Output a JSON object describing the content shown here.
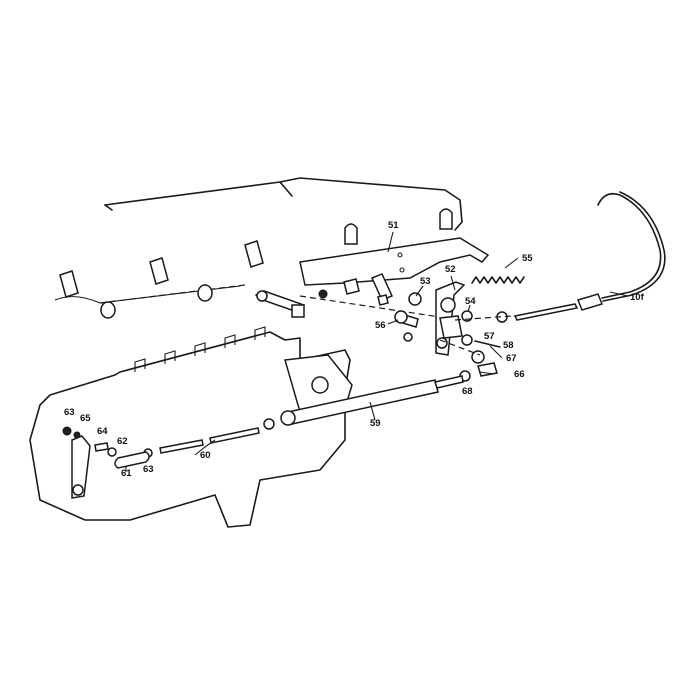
{
  "diagram": {
    "type": "exploded-parts-view",
    "callouts": [
      {
        "id": "c51",
        "text": "51"
      },
      {
        "id": "c52",
        "text": "52"
      },
      {
        "id": "c53",
        "text": "53"
      },
      {
        "id": "c54",
        "text": "54"
      },
      {
        "id": "c55",
        "text": "55"
      },
      {
        "id": "c56",
        "text": "56"
      },
      {
        "id": "c57",
        "text": "57"
      },
      {
        "id": "c58",
        "text": "58"
      },
      {
        "id": "c59",
        "text": "59"
      },
      {
        "id": "c60",
        "text": "60"
      },
      {
        "id": "c61",
        "text": "61"
      },
      {
        "id": "c62",
        "text": "62"
      },
      {
        "id": "c63a",
        "text": "63"
      },
      {
        "id": "c63b",
        "text": "63"
      },
      {
        "id": "c64",
        "text": "64"
      },
      {
        "id": "c65",
        "text": "65"
      },
      {
        "id": "c66",
        "text": "66"
      },
      {
        "id": "c67",
        "text": "67"
      },
      {
        "id": "c68",
        "text": "68"
      },
      {
        "id": "c10f",
        "text": "10f"
      }
    ]
  }
}
